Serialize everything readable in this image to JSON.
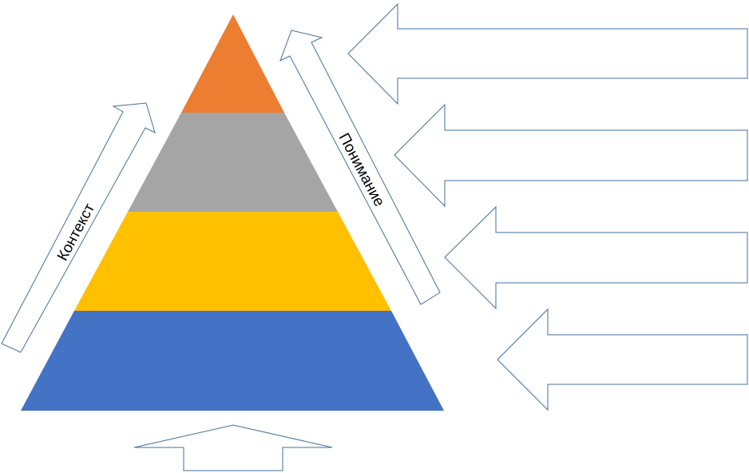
{
  "diagram": {
    "labels": {
      "context": "Контекст",
      "understanding": "Понимание"
    },
    "pyramid_levels": [
      {
        "name": "top",
        "color": "#ed7d31"
      },
      {
        "name": "second",
        "color": "#a5a5a5"
      },
      {
        "name": "third",
        "color": "#ffc000"
      },
      {
        "name": "base",
        "color": "#4472c4"
      }
    ],
    "outline_color": "#41719c"
  }
}
